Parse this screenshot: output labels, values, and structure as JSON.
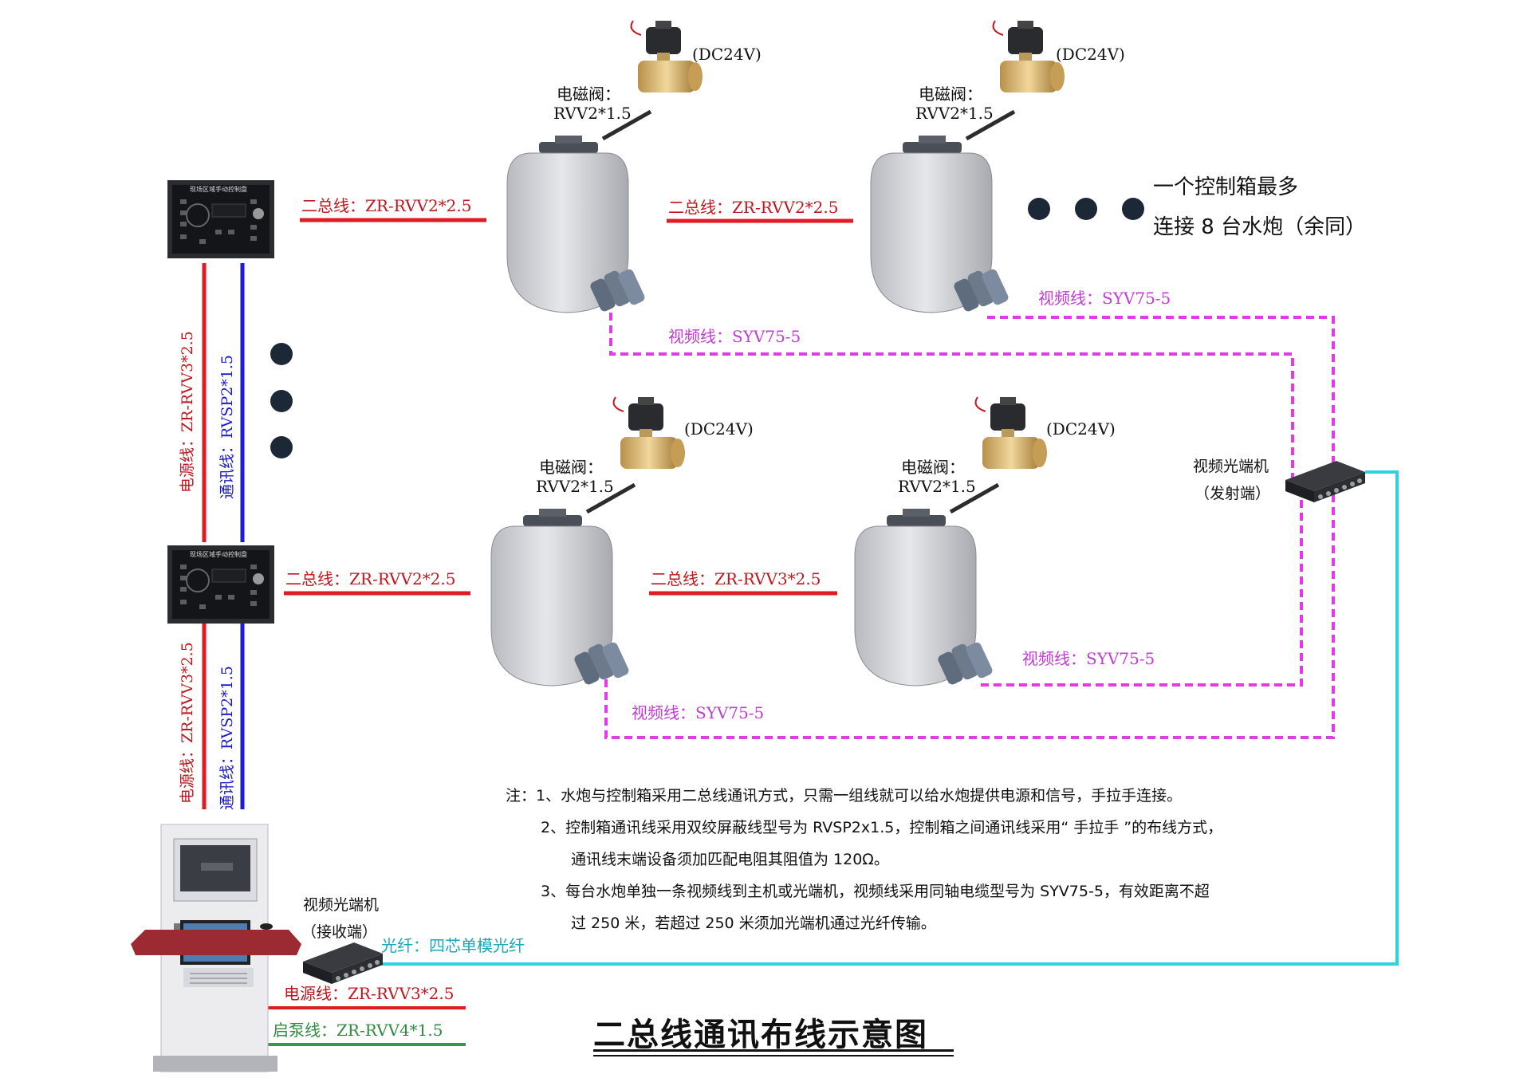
{
  "title": "二总线通讯布线示意图",
  "labels": {
    "dc24v": "(DC24V)",
    "solenoid": "电磁阀：",
    "solenoid_cable": "RVV2*1.5",
    "bus_a": "二总线：ZR-RVV2*2.5",
    "bus_b": "二总线：ZR-RVV3*2.5",
    "video": "视频线：SYV75-5",
    "max_note_1": "一个控制箱最多",
    "max_note_2": "连接 8 台水炮（余同）",
    "power_line": "电源线：ZR-RVV3*2.5",
    "comm_line": "通讯线：RVSP2*1.5",
    "optical_tx_1": "视频光端机",
    "optical_tx_2": "（发射端）",
    "optical_rx_1": "视频光端机",
    "optical_rx_2": "（接收端）",
    "fiber": "光纤：四芯单模光纤",
    "pump_line": "启泵线：ZR-RVV4*1.5",
    "panel_title": "现场区域手动控制盘"
  },
  "notes": [
    "注：1、水炮与控制箱采用二总线通讯方式，只需一组线就可以给水炮提供电源和信号，手拉手连接。",
    "2、控制箱通讯线采用双绞屏蔽线型号为 RVSP2x1.5，控制箱之间通讯线采用“ 手拉手 ”的布线方式，",
    "通讯线末端设备须加匹配电阻其阻值为 120Ω。",
    "3、每台水炮单独一条视频线到主机或光端机，视频线采用同轴电缆型号为 SYV75-5，有效距离不超",
    "过 250 米，若超过 250 米须加光端机通过光纤传输。"
  ],
  "colors": {
    "power": "#e11b22",
    "comm": "#1a1ae0",
    "video": "#e23be6",
    "fiber": "#2fd3e0",
    "pump": "#2e9b48",
    "cannon_body": "#d4d5d9",
    "brass": "#d9b779"
  },
  "icons": [
    "solenoid-valve-icon",
    "water-cannon-icon",
    "control-panel-icon",
    "optical-transceiver-icon",
    "host-console-icon"
  ]
}
